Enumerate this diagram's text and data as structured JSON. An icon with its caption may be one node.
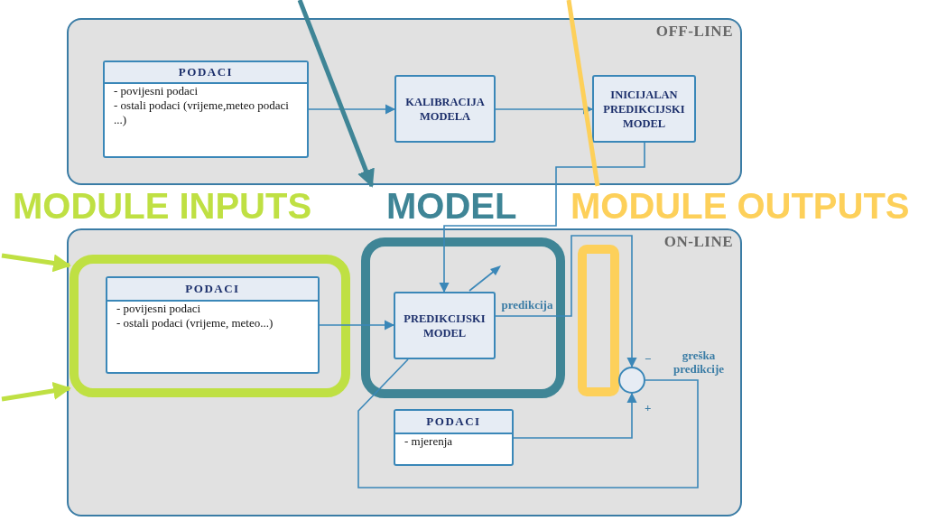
{
  "diagram": {
    "nodes": [
      {
        "text": [
          "OFF-LINE"
        ]
      },
      {
        "text": [
          "PODACI",
          "- povijesni podaci",
          "- ostali podaci (vrijeme,meteo podaci ...)"
        ],
        "in": 0
      },
      {
        "text": [
          "KALIBRACIJA MODELA"
        ],
        "in": 0
      },
      {
        "text": [
          "INICIJALAN PREDIKCIJSKI MODEL"
        ],
        "in": 0
      },
      {
        "text": [
          "ON-LINE"
        ]
      },
      {
        "text": [
          "MODULE INPUTS"
        ],
        "in": 4
      },
      {
        "text": [
          "PODACI",
          "- povijesni podaci",
          "- ostali podaci (vrijeme, meteo...)"
        ],
        "in": 5
      },
      {
        "text": [
          "MODEL"
        ],
        "in": 4
      },
      {
        "text": [
          "PREDIKCIJSKI MODEL"
        ],
        "in": 7
      },
      {
        "text": [
          "MODULE OUTPUTS"
        ],
        "in": 4
      },
      {
        "text": [],
        "shape": "circle",
        "in": 4
      },
      {
        "text": [
          "PODACI",
          "- mjerenja"
        ],
        "in": 4
      }
    ],
    "edges": [
      {
        "from": 1,
        "to": 2,
        "arrow": "to"
      },
      {
        "from": 2,
        "to": 3,
        "arrow": "to"
      },
      {
        "from": 3,
        "to": 8,
        "arrow": "to"
      },
      {
        "from": 6,
        "to": 8,
        "arrow": "to"
      },
      {
        "from": 8,
        "to": 10,
        "arrow": "to",
        "label": "predikcija"
      },
      {
        "from": 11,
        "to": 10,
        "arrow": "to"
      },
      {
        "from": 10,
        "to": 8,
        "arrow": "none",
        "label": "greška predikcije"
      },
      {
        "from": null,
        "to": 5,
        "arrow": "to",
        "style": "thick",
        "color": "#bfe043"
      },
      {
        "from": null,
        "to": 5,
        "arrow": "to",
        "style": "thick",
        "color": "#bfe043"
      },
      {
        "from": null,
        "to": 7,
        "arrow": "to",
        "style": "thick",
        "color": "#3f8596"
      },
      {
        "from": null,
        "to": 9,
        "arrow": "none",
        "style": "thick",
        "color": "#fdd05a"
      }
    ],
    "labels": [
      "−",
      "+"
    ]
  }
}
